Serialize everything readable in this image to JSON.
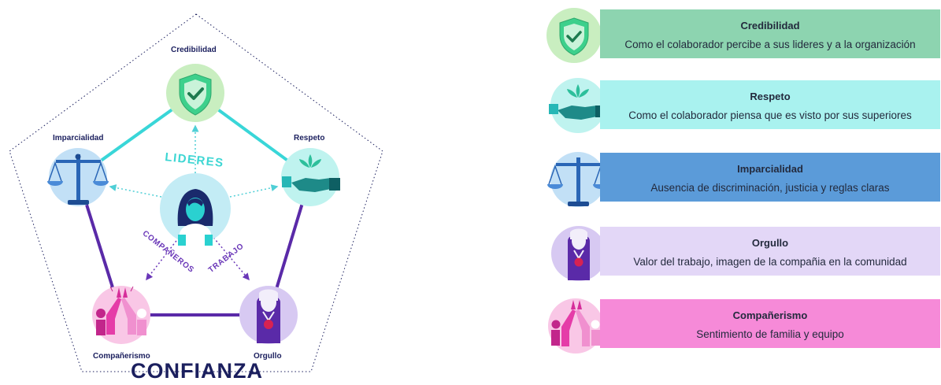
{
  "diagram": {
    "nodes": {
      "credibilidad": "Credibilidad",
      "respeto": "Respeto",
      "imparcialidad": "Imparcialidad",
      "orgullo": "Orgullo",
      "companerismo": "Compañerismo"
    },
    "arrow_labels": {
      "lideres": "LIDERES",
      "companeros": "COMPAÑEROS",
      "trabajo": "TRABAJO"
    },
    "title": "CONFIANZA"
  },
  "legend": [
    {
      "title": "Credibilidad",
      "description": "Como el colaborador percibe a sus lideres y a la organización",
      "color": "#8dd4b0",
      "icon": "shield-check-icon"
    },
    {
      "title": "Respeto",
      "description": "Como el colaborador piensa que es visto por sus superiores",
      "color": "#a9f2ef",
      "icon": "hand-plant-icon"
    },
    {
      "title": "Imparcialidad",
      "description": "Ausencia de discriminación, justicia y reglas claras",
      "color": "#5b9bd9",
      "icon": "balance-scale-icon"
    },
    {
      "title": "Orgullo",
      "description": "Valor del trabajo, imagen de la compañia en la comunidad",
      "color": "#e3d7f7",
      "icon": "medal-person-icon"
    },
    {
      "title": "Compañerismo",
      "description": "Sentimiento de familia y equipo",
      "color": "#f68ad8",
      "icon": "high-five-icon"
    }
  ]
}
